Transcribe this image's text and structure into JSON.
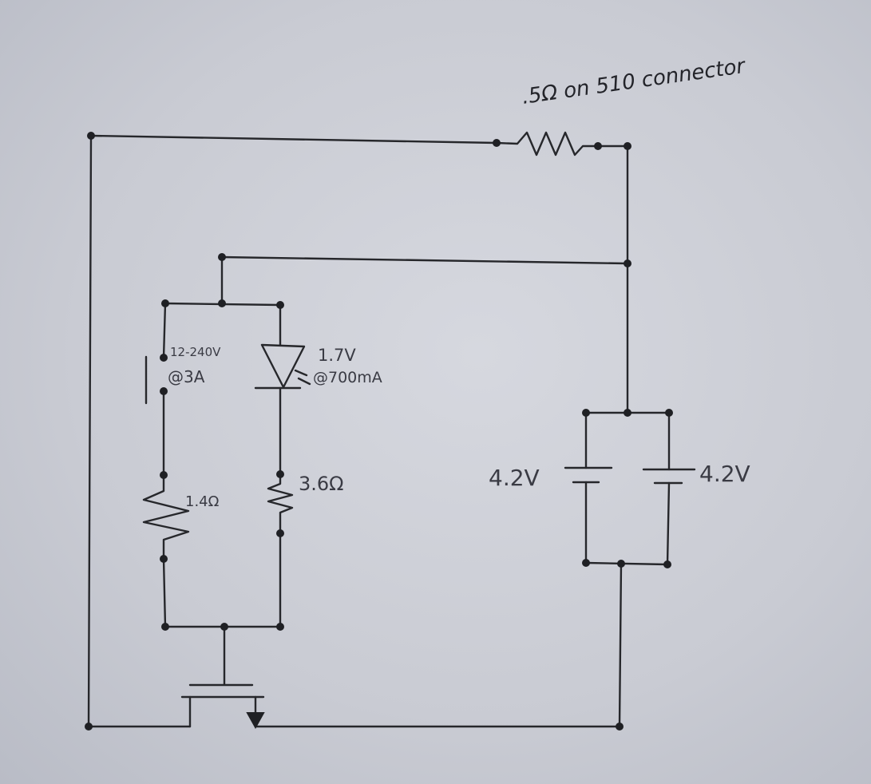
{
  "labels": {
    "r_top": ".5Ω on 510 connector",
    "switch_rating_1": "12-240V",
    "switch_rating_2": "@3A",
    "led_voltage": "1.7V",
    "led_current": "@700mA",
    "r_left": "1.4Ω",
    "r_right": "3.6Ω",
    "battery_left": "4.2V",
    "battery_right": "4.2V"
  },
  "colors": {
    "paper": "#c9cbd3",
    "ink": "#26272b",
    "pencil_label": "#3a3b44"
  }
}
